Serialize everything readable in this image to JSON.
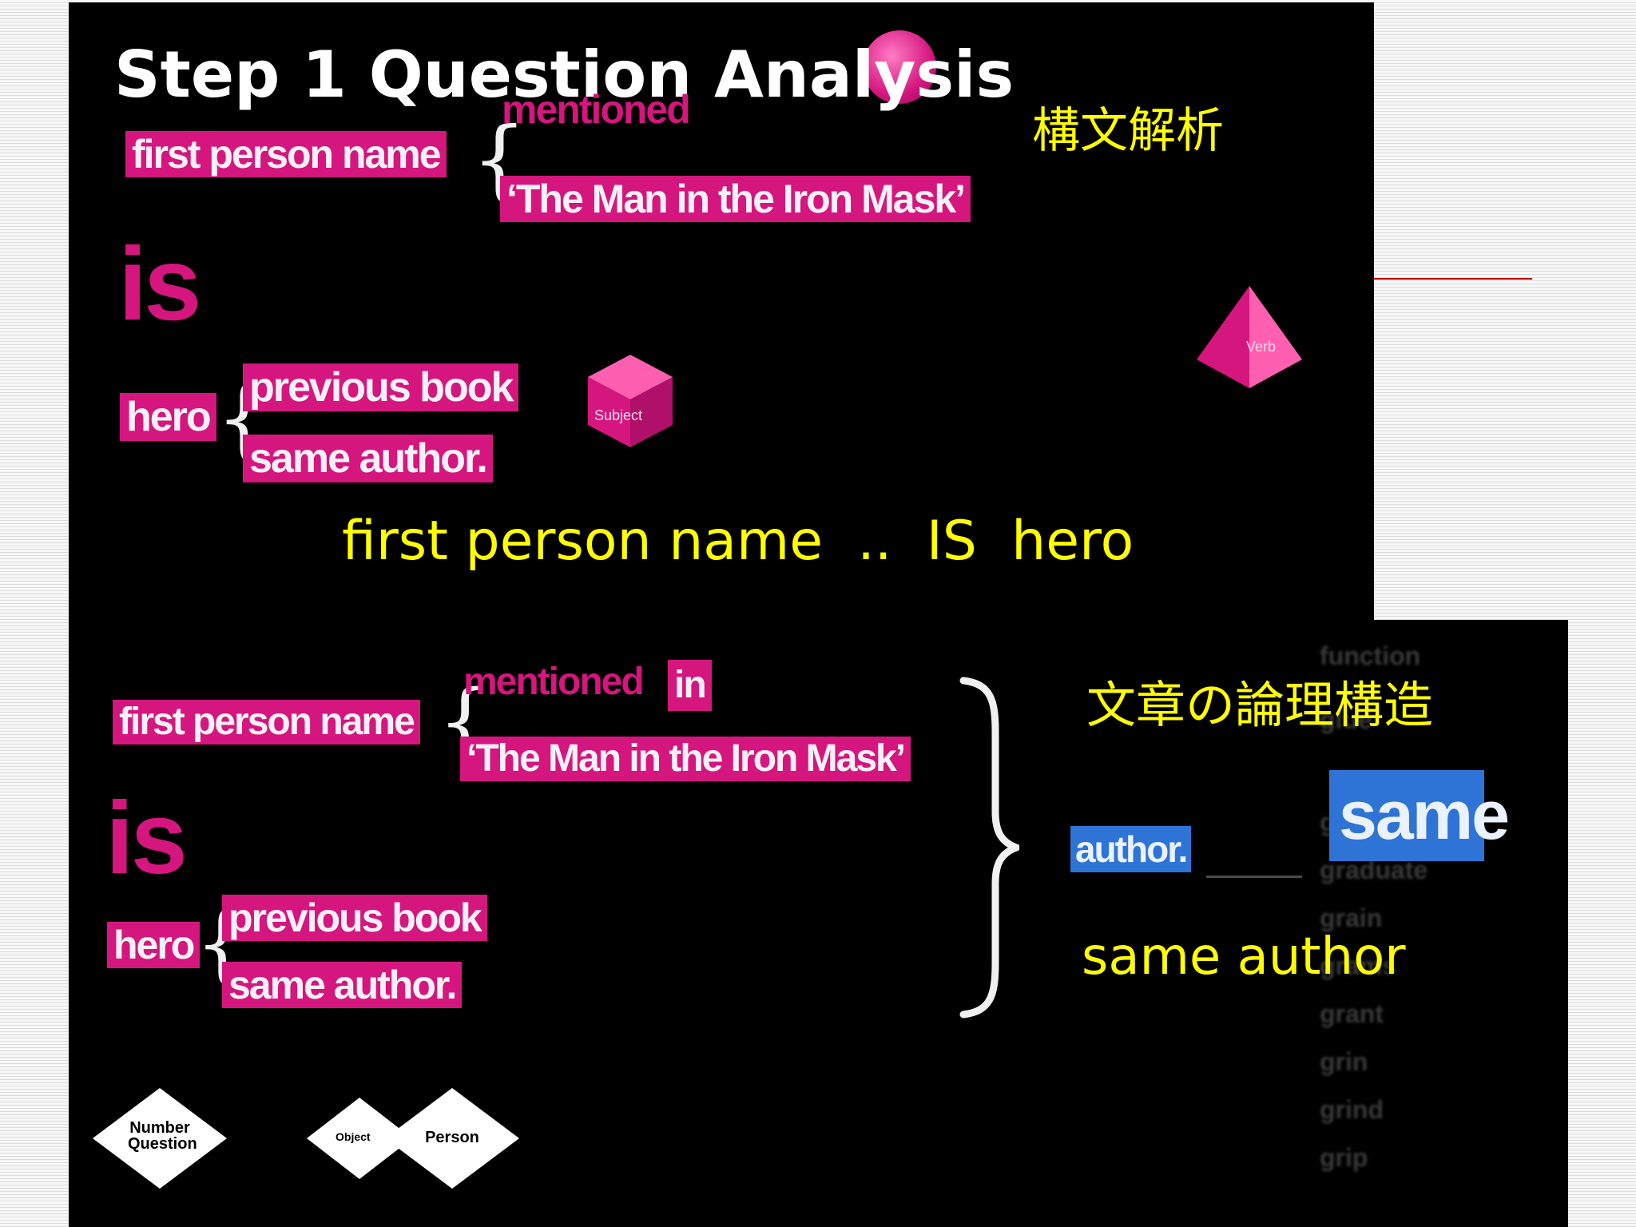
{
  "slide": {
    "title": "Step 1 Question Analysis",
    "top": {
      "mentioned": "mentioned",
      "first_person_name": "first person name",
      "book_title": "‘The Man in the Iron Mask’",
      "is": "is",
      "hero": "hero",
      "previous_book": "previous book",
      "same_author": "same author.",
      "subject_cube": "Subject",
      "verb_pyramid": "Verb"
    },
    "jp_syntax": "構文解析",
    "summary": "first person name  ..  IS  hero",
    "bottom": {
      "first_person_name": "first person name",
      "mentioned": "mentioned",
      "in": "in",
      "book_title": "‘The Man in the Iron Mask’",
      "is": "is",
      "hero": "hero",
      "previous_book": "previous book",
      "same_author": "same author.",
      "number_question": "Number Question",
      "object": "Object",
      "person": "Person"
    },
    "jp_logic": "文章の論理構造",
    "right": {
      "author": "author.",
      "same": "same",
      "same_author": "same author",
      "ghost_words": [
        "function",
        "glue",
        "grab",
        "graduate",
        "grain",
        "grams",
        "grant",
        "grin",
        "grind",
        "grip"
      ]
    },
    "colors": {
      "accent_pink": "#d4167e",
      "yellow": "#ffff00",
      "blue": "#2e73d6",
      "rule_red": "#c00000"
    }
  }
}
